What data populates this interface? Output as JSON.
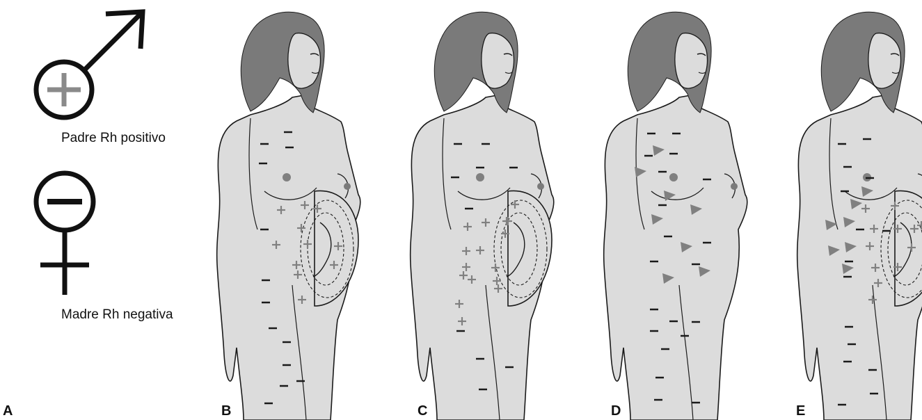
{
  "panel_a": {
    "father_label": "Padre Rh positivo",
    "mother_label": "Madre Rh negativa",
    "letter": "A",
    "father_symbol": "male-symbol-icon",
    "mother_symbol": "female-symbol-icon"
  },
  "panels": [
    {
      "letter": "B",
      "pregnant": true,
      "fetal_cells": "+",
      "antibodies": false
    },
    {
      "letter": "C",
      "pregnant": true,
      "fetal_cells": "+",
      "antibodies": false
    },
    {
      "letter": "D",
      "pregnant": false,
      "fetal_cells": "",
      "antibodies": true
    },
    {
      "letter": "E",
      "pregnant": true,
      "fetal_cells": "+",
      "antibodies": true
    }
  ],
  "colors": {
    "skin": "#dcdcdc",
    "hair": "#7a7a7a",
    "marker": "#808080",
    "line": "#1a1a1a"
  }
}
